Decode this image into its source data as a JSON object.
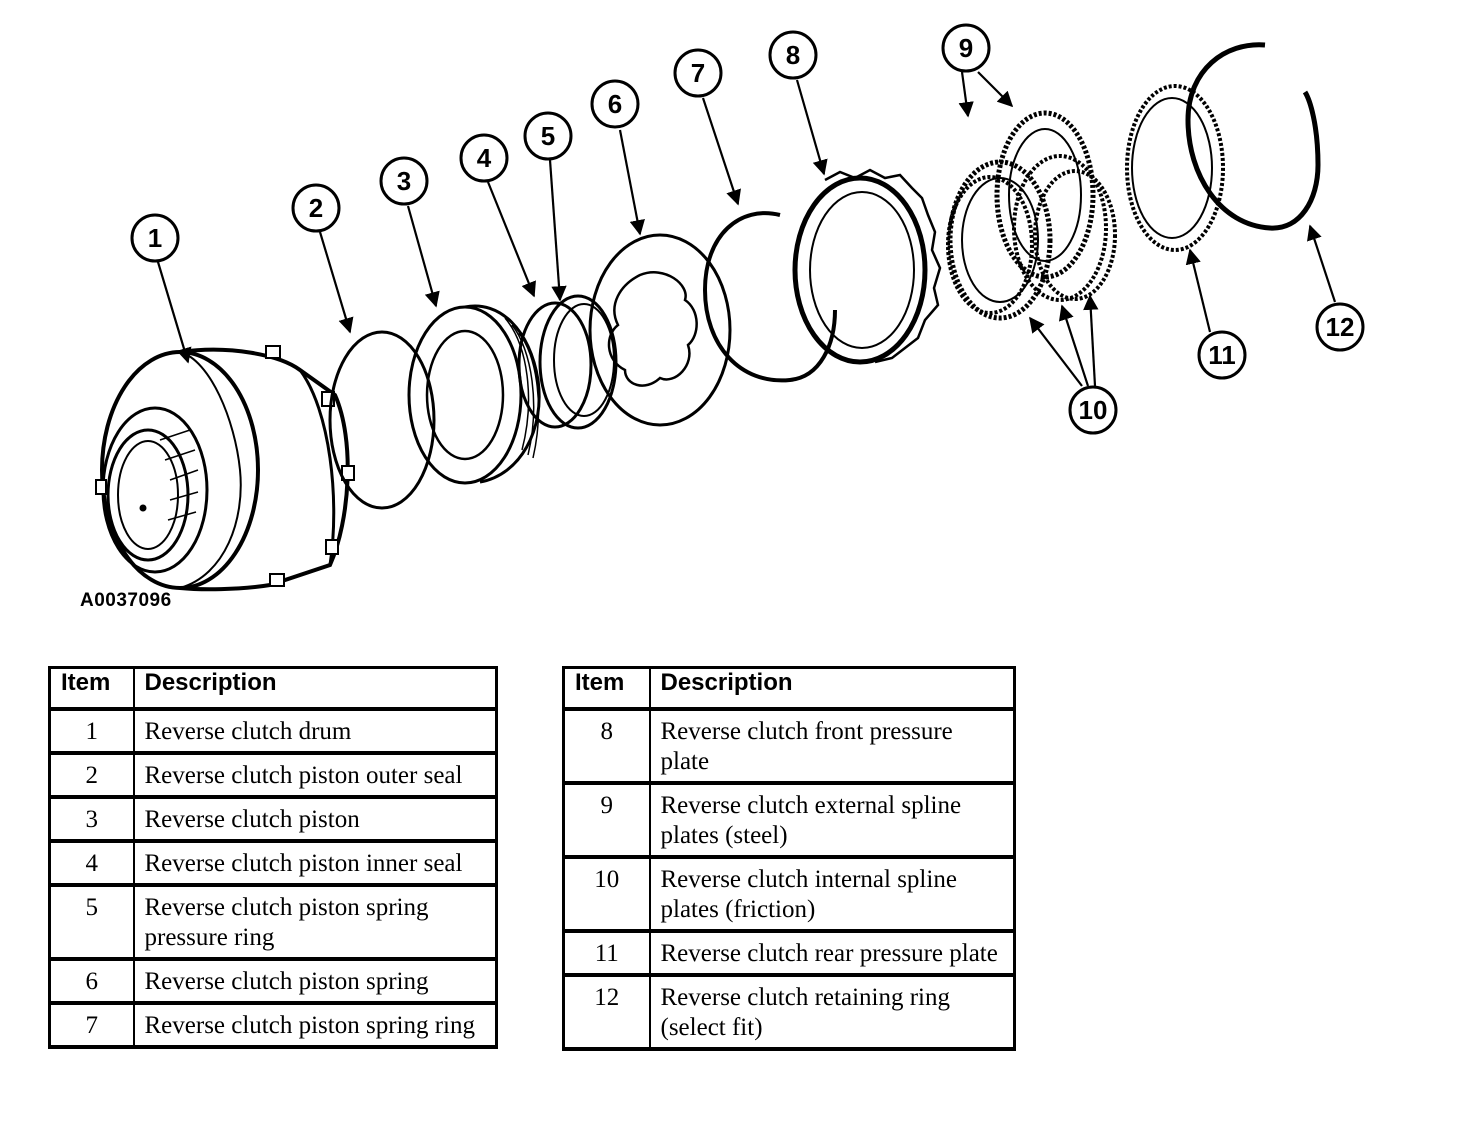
{
  "figure_id": "A0037096",
  "callouts": [
    "1",
    "2",
    "3",
    "4",
    "5",
    "6",
    "7",
    "8",
    "9",
    "10",
    "11",
    "12"
  ],
  "table_left": {
    "headers": [
      "Item",
      "Description"
    ],
    "rows": [
      {
        "item": "1",
        "description": "Reverse clutch drum"
      },
      {
        "item": "2",
        "description": "Reverse clutch piston outer seal"
      },
      {
        "item": "3",
        "description": "Reverse clutch piston"
      },
      {
        "item": "4",
        "description": "Reverse clutch piston inner seal"
      },
      {
        "item": "5",
        "description": "Reverse clutch piston spring pressure ring"
      },
      {
        "item": "6",
        "description": "Reverse clutch piston spring"
      },
      {
        "item": "7",
        "description": "Reverse clutch piston spring ring"
      }
    ]
  },
  "table_right": {
    "headers": [
      "Item",
      "Description"
    ],
    "rows": [
      {
        "item": "8",
        "description": "Reverse clutch front pressure plate"
      },
      {
        "item": "9",
        "description": "Reverse clutch external spline plates (steel)"
      },
      {
        "item": "10",
        "description": "Reverse clutch internal spline plates (friction)"
      },
      {
        "item": "11",
        "description": "Reverse clutch rear pressure plate"
      },
      {
        "item": "12",
        "description": "Reverse clutch retaining ring (select fit)"
      }
    ]
  }
}
